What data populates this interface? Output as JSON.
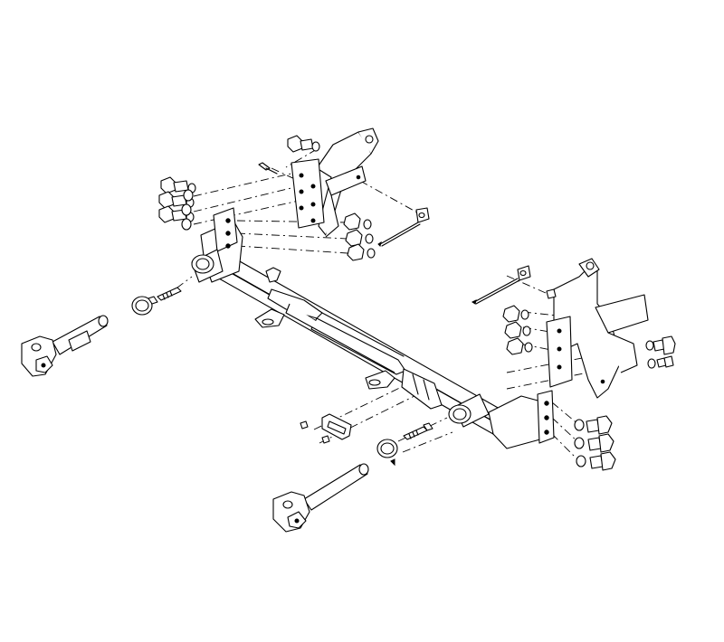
{
  "figure": {
    "type": "exploded-assembly-drawing",
    "background": "#ffffff",
    "line_color": "#000000",
    "parts": [
      "main-crossbar",
      "left-vehicle-bracket",
      "right-vehicle-bracket",
      "left-frame-plate",
      "right-frame-plate",
      "left-tow-arm",
      "right-tow-arm",
      "left-hitch-pin",
      "right-hitch-pin",
      "left-spring-ring",
      "right-spring-ring",
      "skid-plate",
      "safety-cables"
    ]
  }
}
